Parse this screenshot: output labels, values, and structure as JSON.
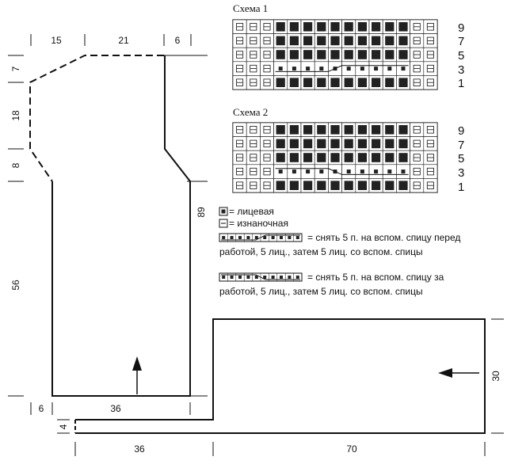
{
  "schematic": {
    "top_dims": [
      "15",
      "21",
      "6"
    ],
    "left_dims": [
      "7",
      "18",
      "8",
      "56"
    ],
    "right_dim": "89",
    "bottom_back": "36",
    "bottom_left": "6",
    "sleeve_height": "4",
    "sleeve_bottom_left": "36",
    "sleeve_bottom_right": "70",
    "sleeve_right": "30"
  },
  "charts": [
    {
      "title": "Схема 1",
      "row_labels": [
        "9",
        "7",
        "5",
        "3",
        "1"
      ],
      "cable_row": "3"
    },
    {
      "title": "Схема 2",
      "row_labels": [
        "9",
        "7",
        "5",
        "3",
        "1"
      ],
      "cable_row": "3"
    }
  ],
  "legend": {
    "knit_label": "= лицевая",
    "purl_label": "= изнаночная",
    "cable_front_line1": "= снять 5 п. на вспом. спицу перед",
    "cable_front_line2": "работой, 5 лиц., затем 5 лиц. со вспом. спицы",
    "cable_back_line1": "= снять 5 п. на вспом. спицу за",
    "cable_back_line2": "работой, 5 лиц., затем 5 лиц. со вспом. спицы"
  },
  "colors": {
    "ink": "#111111",
    "knit": "#222222",
    "purl": "#ffffff"
  }
}
